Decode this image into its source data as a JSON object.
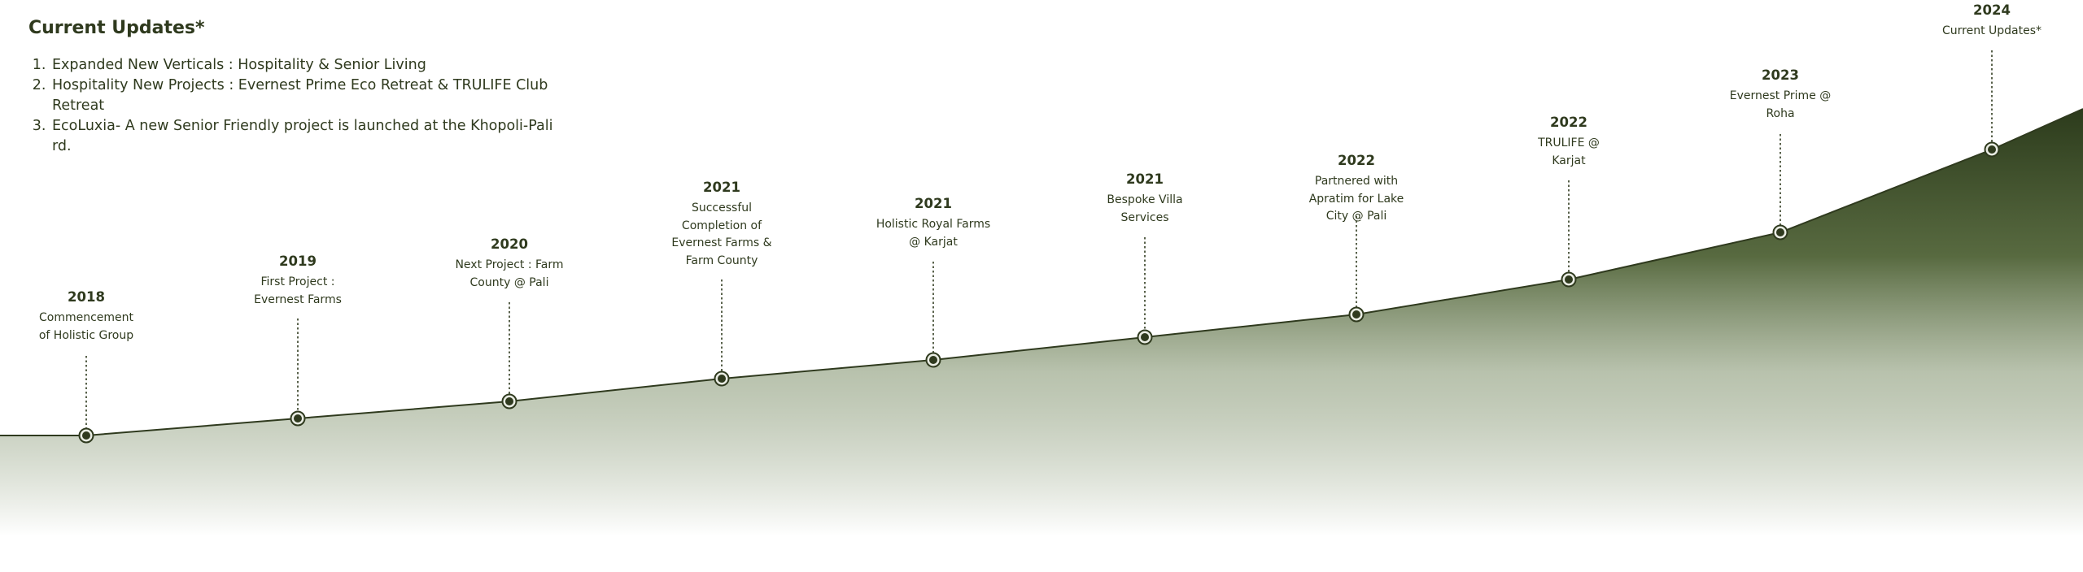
{
  "updates": {
    "title": "Current Updates*",
    "items": [
      "Expanded New Verticals : Hospitality & Senior Living",
      "Hospitality New Projects : Evernest Prime Eco Retreat & TRULIFE Club Retreat",
      "EcoLuxia- A new Senior Friendly project is launched at the Khopoli-Pali rd."
    ]
  },
  "milestones": [
    {
      "year": "2018",
      "desc": "Commencement of Holistic Group"
    },
    {
      "year": "2019",
      "desc": "First Project : Evernest Farms"
    },
    {
      "year": "2020",
      "desc": "Next Project : Farm County @ Pali"
    },
    {
      "year": "2021",
      "desc": "Successful Completion of Evernest Farms & Farm County"
    },
    {
      "year": "2021",
      "desc": "Holistic Royal Farms @ Karjat"
    },
    {
      "year": "2021",
      "desc": "Bespoke Villa Services"
    },
    {
      "year": "2022",
      "desc": "Partnered with Apratim for Lake City @ Pali"
    },
    {
      "year": "2022",
      "desc": "TRULIFE @ Karjat"
    },
    {
      "year": "2023",
      "desc": "Evernest Prime @ Roha"
    },
    {
      "year": "2024",
      "desc": "Current Updates*"
    }
  ],
  "colors": {
    "line": "#2f3a1e",
    "fill_top": "#2b3a1b",
    "fill_bottom": "#ffffff",
    "text": "#2f3a1e"
  }
}
